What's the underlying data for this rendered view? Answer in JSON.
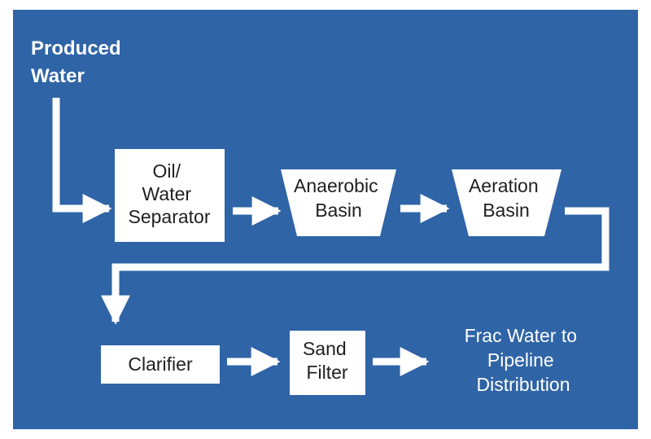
{
  "colors": {
    "background": "#2f64a6",
    "box_fill": "#ffffff",
    "flow_line": "#ffffff",
    "text_dark": "#1f1f1f",
    "text_light": "#ffffff"
  },
  "source": {
    "lines": [
      "Produced",
      "Water"
    ]
  },
  "nodes": {
    "separator": {
      "lines": [
        "Oil/",
        "Water",
        "Separator"
      ]
    },
    "anaerobic": {
      "lines": [
        "Anaerobic",
        "Basin"
      ]
    },
    "aeration": {
      "lines": [
        "Aeration",
        "Basin"
      ]
    },
    "clarifier": {
      "lines": [
        "Clarifier"
      ]
    },
    "sand_filter": {
      "lines": [
        "Sand",
        "Filter"
      ]
    },
    "output": {
      "lines": [
        "Frac Water to",
        "Pipeline",
        "Distribution"
      ]
    }
  }
}
